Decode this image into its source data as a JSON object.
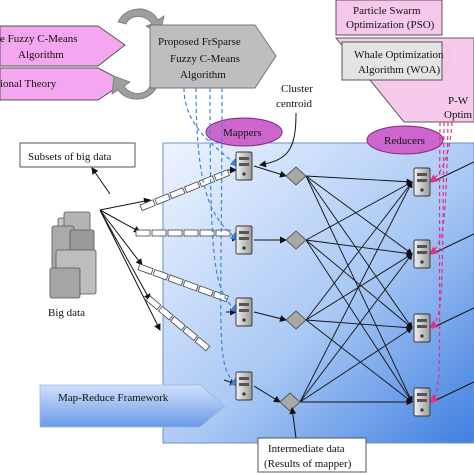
{
  "top_left": {
    "fuzzy_box": [
      "e Fuzzy C-Means",
      "Algorithm"
    ],
    "theory_box": "ional Theory",
    "proposed_box": [
      "Proposed FrSparse",
      "Fuzzy C-Means",
      "Algorithm"
    ]
  },
  "top_right": {
    "pso_box": [
      "Particle Swarm",
      "Optimization (PSO)"
    ],
    "woa_box": [
      "Whale Optimization",
      "Algorithm (WOA)"
    ],
    "pw_box": [
      "P-W",
      "Optim"
    ]
  },
  "labels": {
    "cluster_centroid": [
      "Cluster",
      "centroid"
    ],
    "mappers": "Mappers",
    "reducers": "Reducers",
    "subsets": "Subsets of big data",
    "big_data": "Big data",
    "framework": "Map-Reduce Framework",
    "intermediate": [
      "Intermediate data",
      "(Results of mapper)"
    ]
  },
  "colors": {
    "fuzzy_fill": "#f5a6f0",
    "theory_fill": "#f5a6f0",
    "pso_fill": "#f7c8ec",
    "arrow_box_fill": "#bebebe",
    "ellipse_fill": "#cc66cc",
    "framework_fill": "#7aa7f0",
    "blue_dash": "#3a86d8",
    "pink_dash": "#e0308c"
  }
}
